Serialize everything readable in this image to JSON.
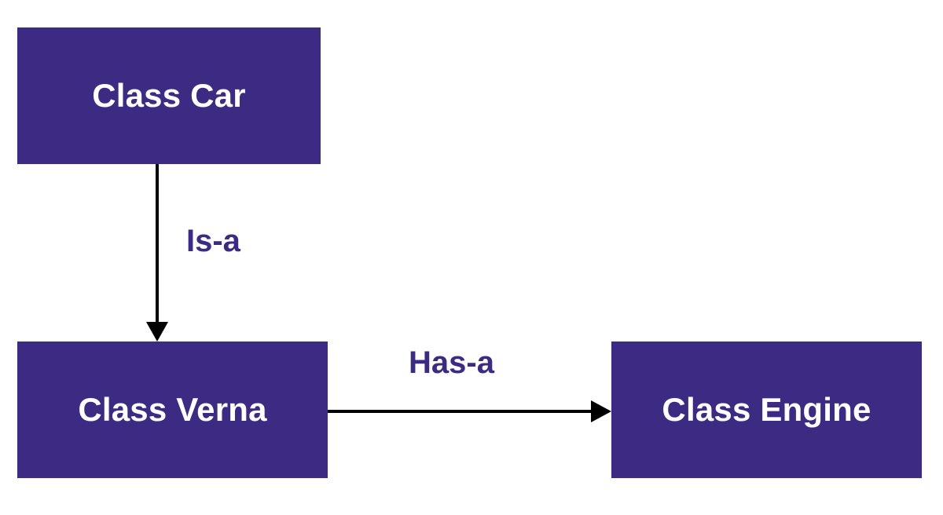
{
  "colors": {
    "node_fill": "#3d2a82",
    "node_text": "#ffffff",
    "label_text": "#3d2a82",
    "arrow": "#000000"
  },
  "nodes": {
    "car": {
      "label": "Class Car"
    },
    "verna": {
      "label": "Class Verna"
    },
    "engine": {
      "label": "Class Engine"
    }
  },
  "edges": {
    "car_to_verna": {
      "label": "Is-a"
    },
    "verna_to_engine": {
      "label": "Has-a"
    }
  }
}
